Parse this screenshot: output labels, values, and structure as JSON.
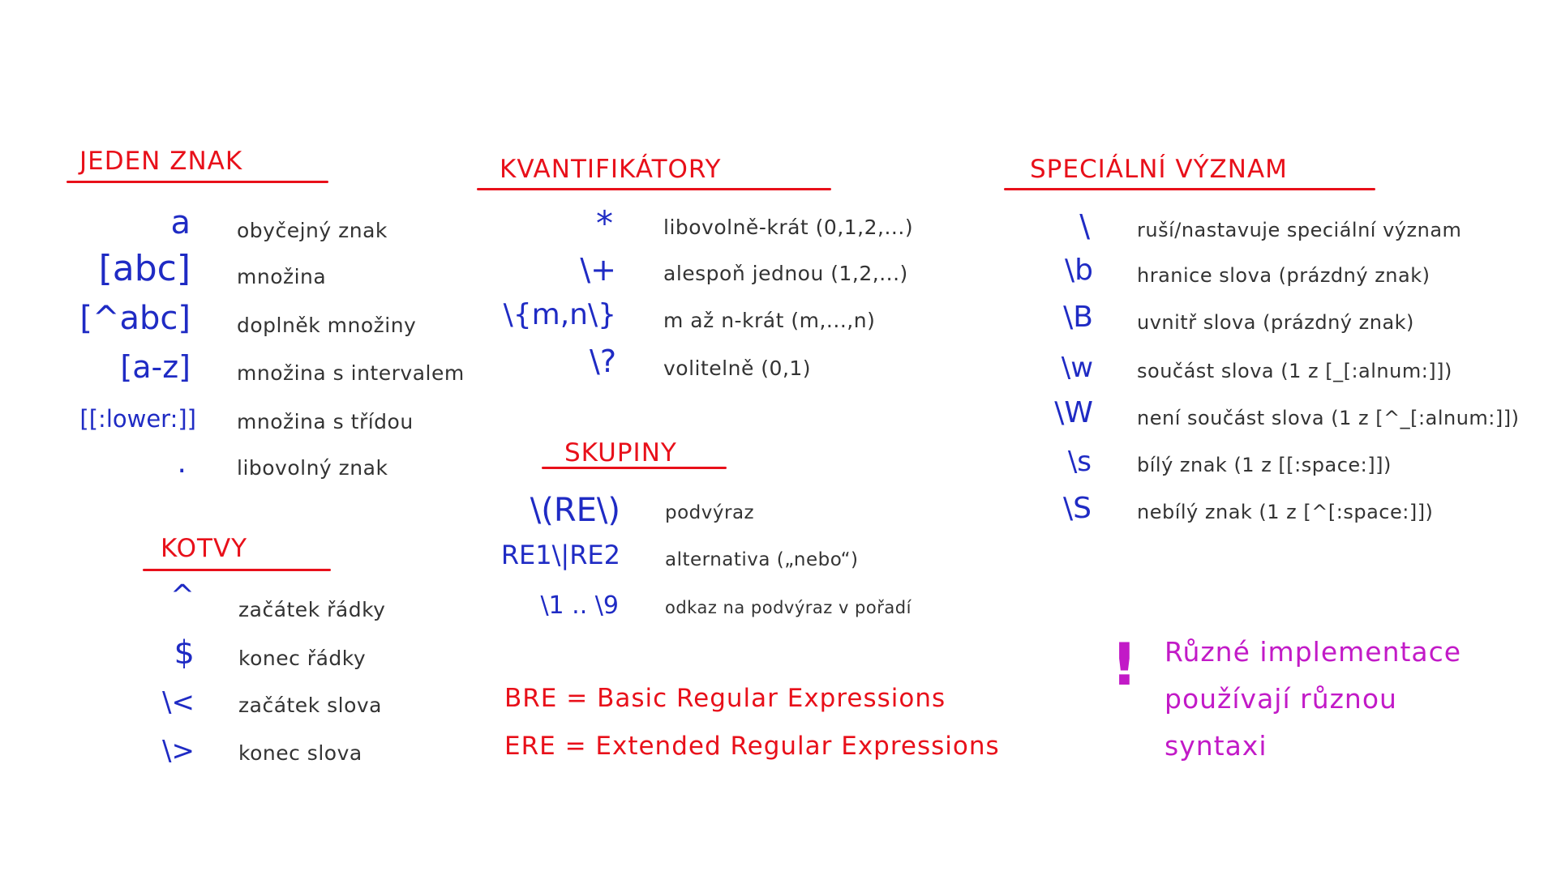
{
  "colors": {
    "heading": "#e8101a",
    "symbol": "#1f2bc4",
    "text": "#333333",
    "note": "#c21ac7"
  },
  "jeden_znak": {
    "title": "JEDEN ZNAK",
    "items": [
      {
        "symbol": "a",
        "desc": "obyčejný znak"
      },
      {
        "symbol": "[abc]",
        "desc": "množina"
      },
      {
        "symbol": "[^abc]",
        "desc": "doplněk množiny"
      },
      {
        "symbol": "[a-z]",
        "desc": "množina s intervalem"
      },
      {
        "symbol": "[[:lower:]]",
        "desc": "množina s třídou"
      },
      {
        "symbol": ".",
        "desc": "libovolný znak"
      }
    ]
  },
  "kotvy": {
    "title": "KOTVY",
    "items": [
      {
        "symbol": "^",
        "desc": "začátek řádky"
      },
      {
        "symbol": "$",
        "desc": "konec řádky"
      },
      {
        "symbol": "\\<",
        "desc": "začátek slova"
      },
      {
        "symbol": "\\>",
        "desc": "konec slova"
      }
    ]
  },
  "kvantifikatory": {
    "title": "KVANTIFIKÁTORY",
    "items": [
      {
        "symbol": "*",
        "desc": "libovolně-krát (0,1,2,...)"
      },
      {
        "symbol": "\\+",
        "desc": "alespoň jednou (1,2,...)"
      },
      {
        "symbol": "\\{m,n\\}",
        "desc": "m až n-krát (m,...,n)"
      },
      {
        "symbol": "\\?",
        "desc": "volitelně (0,1)"
      }
    ]
  },
  "skupiny": {
    "title": "SKUPINY",
    "items": [
      {
        "symbol": "\\(RE\\)",
        "desc": "podvýraz"
      },
      {
        "symbol": "RE1\\|RE2",
        "desc": "alternativa („nebo“)"
      },
      {
        "symbol": "\\1 .. \\9",
        "desc": "odkaz na podvýraz v pořadí"
      }
    ]
  },
  "specialni": {
    "title": "SPECIÁLNÍ VÝZNAM",
    "items": [
      {
        "symbol": "\\",
        "desc": "ruší/nastavuje speciální význam"
      },
      {
        "symbol": "\\b",
        "desc": "hranice slova (prázdný znak)"
      },
      {
        "symbol": "\\B",
        "desc": "uvnitř slova (prázdný znak)"
      },
      {
        "symbol": "\\w",
        "desc": "součást slova (1 z [_[:alnum:]])"
      },
      {
        "symbol": "\\W",
        "desc": "není součást slova (1 z [^_[:alnum:]])"
      },
      {
        "symbol": "\\s",
        "desc": "bílý znak (1 z [[:space:]])"
      },
      {
        "symbol": "\\S",
        "desc": "nebílý znak (1 z [^[:space:]])"
      }
    ]
  },
  "definitions": [
    "BRE = Basic Regular Expressions",
    "ERE = Extended Regular Expressions"
  ],
  "note": {
    "mark": "!",
    "lines": [
      "Různé implementace",
      "používají různou",
      "syntaxi"
    ]
  }
}
